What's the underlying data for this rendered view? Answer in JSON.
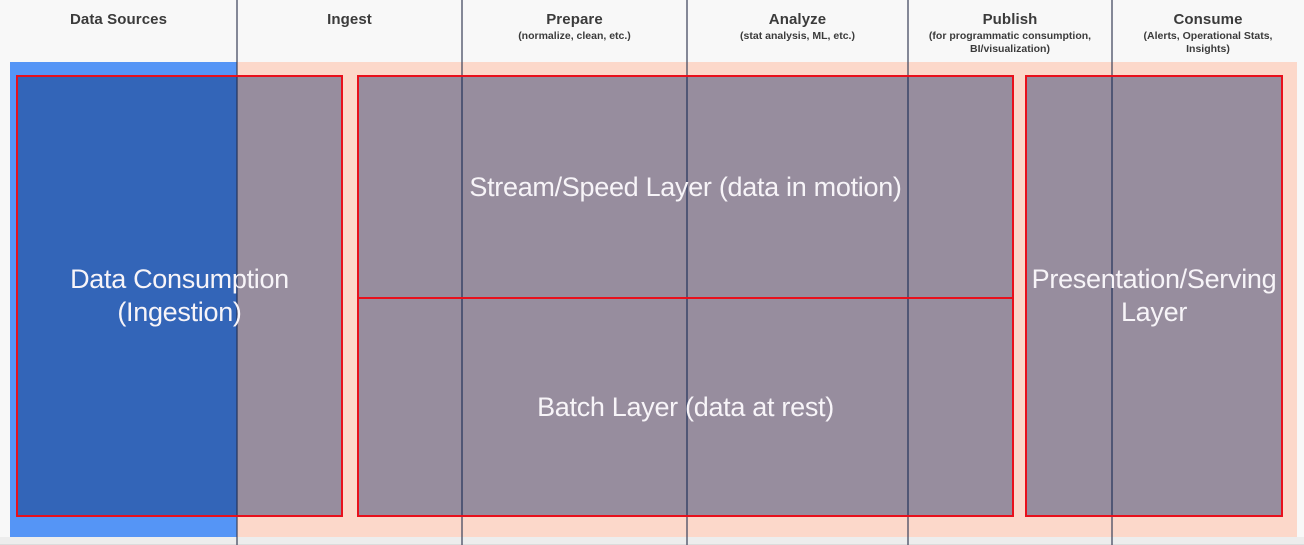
{
  "header": {
    "columns": [
      {
        "id": "data-sources",
        "label": "Data Sources",
        "sublabel": ""
      },
      {
        "id": "ingest",
        "label": "Ingest",
        "sublabel": ""
      },
      {
        "id": "prepare",
        "label": "Prepare",
        "sublabel": "(normalize, clean, etc.)"
      },
      {
        "id": "analyze",
        "label": "Analyze",
        "sublabel": "(stat analysis, ML,  etc.)"
      },
      {
        "id": "publish",
        "label": "Publish",
        "sublabel": "(for programmatic consumption, BI/visualization)"
      },
      {
        "id": "consume",
        "label": "Consume",
        "sublabel": "(Alerts, Operational Stats, Insights)"
      }
    ]
  },
  "boxes": {
    "ingestion": {
      "label": "Data Consumption (Ingestion)"
    },
    "stream": {
      "label": "Stream/Speed Layer (data in motion)"
    },
    "batch": {
      "label": "Batch Layer (data at rest)"
    },
    "serving": {
      "label": "Presentation/Serving Layer"
    }
  },
  "colors": {
    "pink_band": "#fcd8ca",
    "blue_band": "#5595f6",
    "overlay_fill": "rgba(0,30,92,0.40)",
    "overlay_over_pink_result": "#978ca0",
    "overlay_over_blue_result": "#3266be",
    "red_border": "#e8101c",
    "column_divider": "#3e445c",
    "header_text": "#3b3b3b",
    "box_text": "#f7f4f8"
  }
}
